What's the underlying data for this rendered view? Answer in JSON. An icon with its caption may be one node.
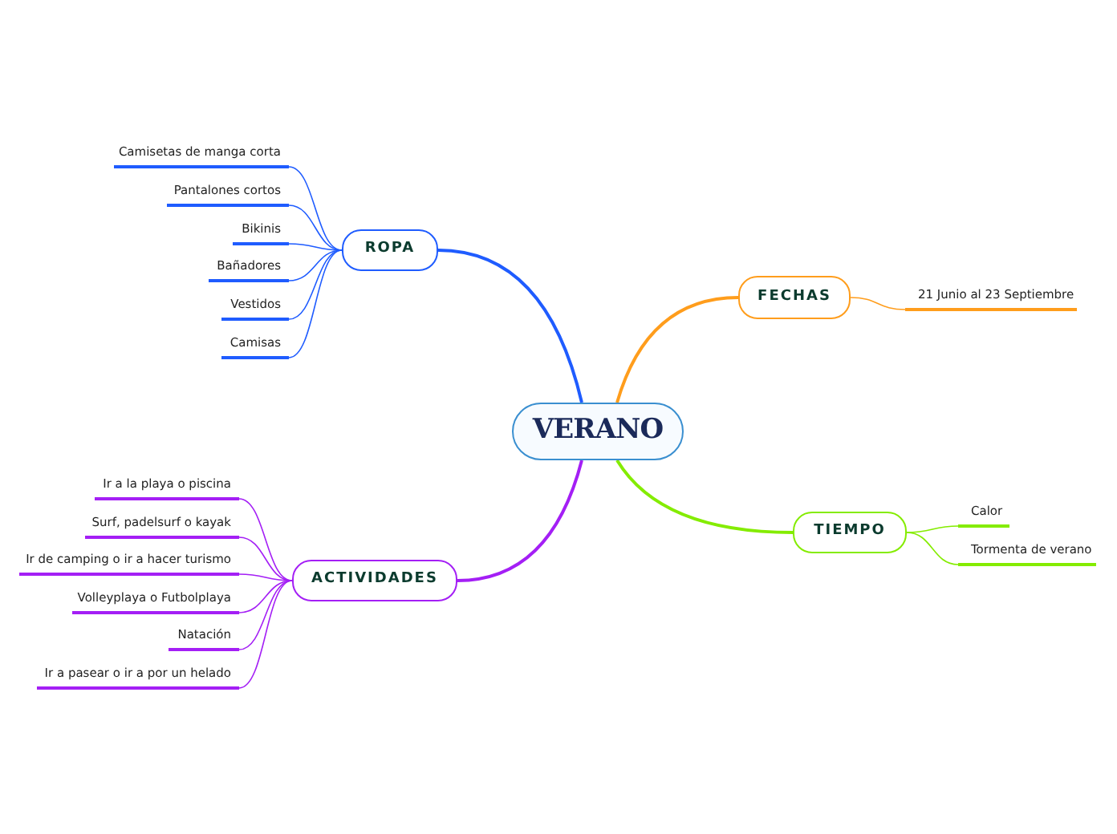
{
  "diagram": {
    "nodes": [
      {
        "text": [
          "VERANO"
        ]
      },
      {
        "text": [
          "ROPA"
        ]
      },
      {
        "text": [
          "Camisetas de manga corta"
        ]
      },
      {
        "text": [
          "Pantalones cortos"
        ]
      },
      {
        "text": [
          "Bikinis"
        ]
      },
      {
        "text": [
          "Bañadores"
        ]
      },
      {
        "text": [
          "Vestidos"
        ]
      },
      {
        "text": [
          "Camisas"
        ]
      },
      {
        "text": [
          "FECHAS"
        ]
      },
      {
        "text": [
          "21 Junio al 23 Septiembre"
        ]
      },
      {
        "text": [
          "ACTIVIDADES"
        ]
      },
      {
        "text": [
          "Ir a la playa o piscina"
        ]
      },
      {
        "text": [
          "Surf, padelsurf o kayak"
        ]
      },
      {
        "text": [
          "Ir de camping o ir a hacer turismo"
        ]
      },
      {
        "text": [
          "Volleyplaya o Futbolplaya"
        ]
      },
      {
        "text": [
          "Natación"
        ]
      },
      {
        "text": [
          "Ir a pasear o ir a por un helado"
        ]
      },
      {
        "text": [
          "TIEMPO"
        ]
      },
      {
        "text": [
          "Calor"
        ]
      },
      {
        "text": [
          "Tormenta de verano"
        ]
      }
    ],
    "edges": [
      {
        "from": 0,
        "to": 1,
        "arrow": "none",
        "color": "#1f5cff"
      },
      {
        "from": 1,
        "to": 2,
        "arrow": "none",
        "color": "#1f5cff"
      },
      {
        "from": 1,
        "to": 3,
        "arrow": "none",
        "color": "#1f5cff"
      },
      {
        "from": 1,
        "to": 4,
        "arrow": "none",
        "color": "#1f5cff"
      },
      {
        "from": 1,
        "to": 5,
        "arrow": "none",
        "color": "#1f5cff"
      },
      {
        "from": 1,
        "to": 6,
        "arrow": "none",
        "color": "#1f5cff"
      },
      {
        "from": 1,
        "to": 7,
        "arrow": "none",
        "color": "#1f5cff"
      },
      {
        "from": 0,
        "to": 8,
        "arrow": "none",
        "color": "#ff9d1c"
      },
      {
        "from": 8,
        "to": 9,
        "arrow": "none",
        "color": "#ff9d1c"
      },
      {
        "from": 0,
        "to": 10,
        "arrow": "none",
        "color": "#a41ff5"
      },
      {
        "from": 10,
        "to": 11,
        "arrow": "none",
        "color": "#a41ff5"
      },
      {
        "from": 10,
        "to": 12,
        "arrow": "none",
        "color": "#a41ff5"
      },
      {
        "from": 10,
        "to": 13,
        "arrow": "none",
        "color": "#a41ff5"
      },
      {
        "from": 10,
        "to": 14,
        "arrow": "none",
        "color": "#a41ff5"
      },
      {
        "from": 10,
        "to": 15,
        "arrow": "none",
        "color": "#a41ff5"
      },
      {
        "from": 10,
        "to": 16,
        "arrow": "none",
        "color": "#a41ff5"
      },
      {
        "from": 0,
        "to": 17,
        "arrow": "none",
        "color": "#84ec00"
      },
      {
        "from": 17,
        "to": 18,
        "arrow": "none",
        "color": "#84ec00"
      },
      {
        "from": 17,
        "to": 19,
        "arrow": "none",
        "color": "#84ec00"
      }
    ]
  }
}
